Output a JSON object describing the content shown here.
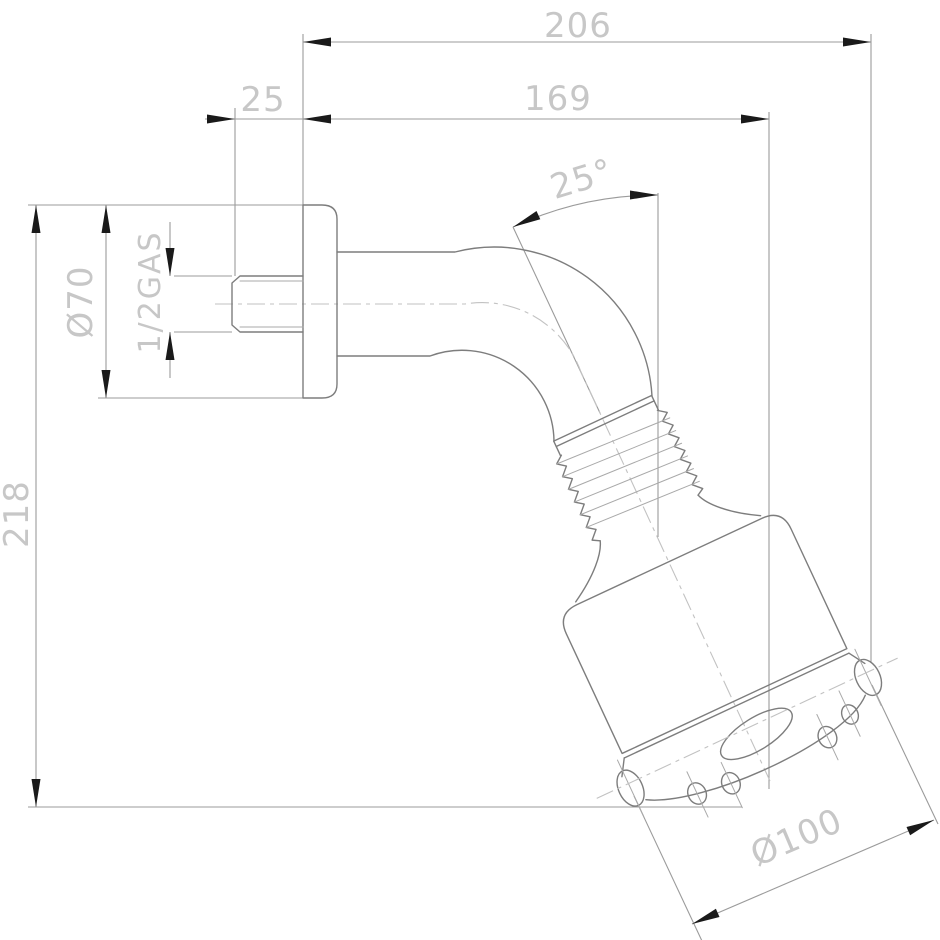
{
  "title": "Shower head with wall arm - dimensioned technical drawing",
  "colors": {
    "bg": "#ffffff",
    "outline": "#7d7d7d",
    "thin": "#a9a9a9",
    "dim": "#9b9b9b",
    "center": "#c2c2c2",
    "arrow": "#1a1a1a",
    "dimtext": "#c7c7c7"
  },
  "dimensions": {
    "total_width": "206",
    "thread_protrusion": "25",
    "reach": "169",
    "tilt_angle": "25°",
    "flange_diameter": "Ø70",
    "thread_spec": "1/2GAS",
    "total_height": "218",
    "head_diameter": "Ø100"
  }
}
